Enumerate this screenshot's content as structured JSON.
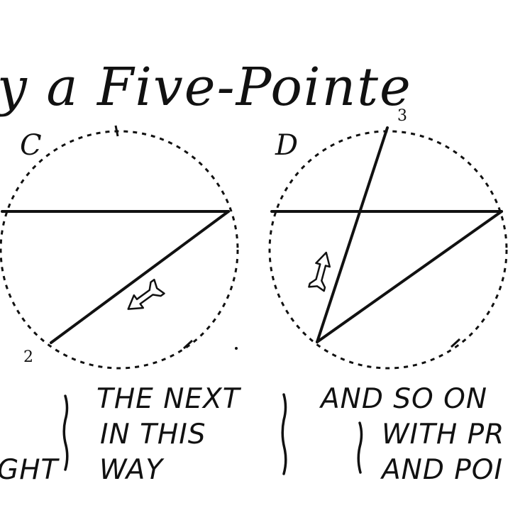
{
  "title": "y a Five-Pointe",
  "panels": [
    {
      "label": "C",
      "point_label": "2"
    },
    {
      "label": "D",
      "point_label": "3"
    }
  ],
  "captions": {
    "left": [
      "GHT"
    ],
    "middle": [
      "THE NEXT",
      "IN THIS",
      "WAY"
    ],
    "right": [
      "AND SO ON",
      "WITH PR",
      "AND POI"
    ]
  }
}
